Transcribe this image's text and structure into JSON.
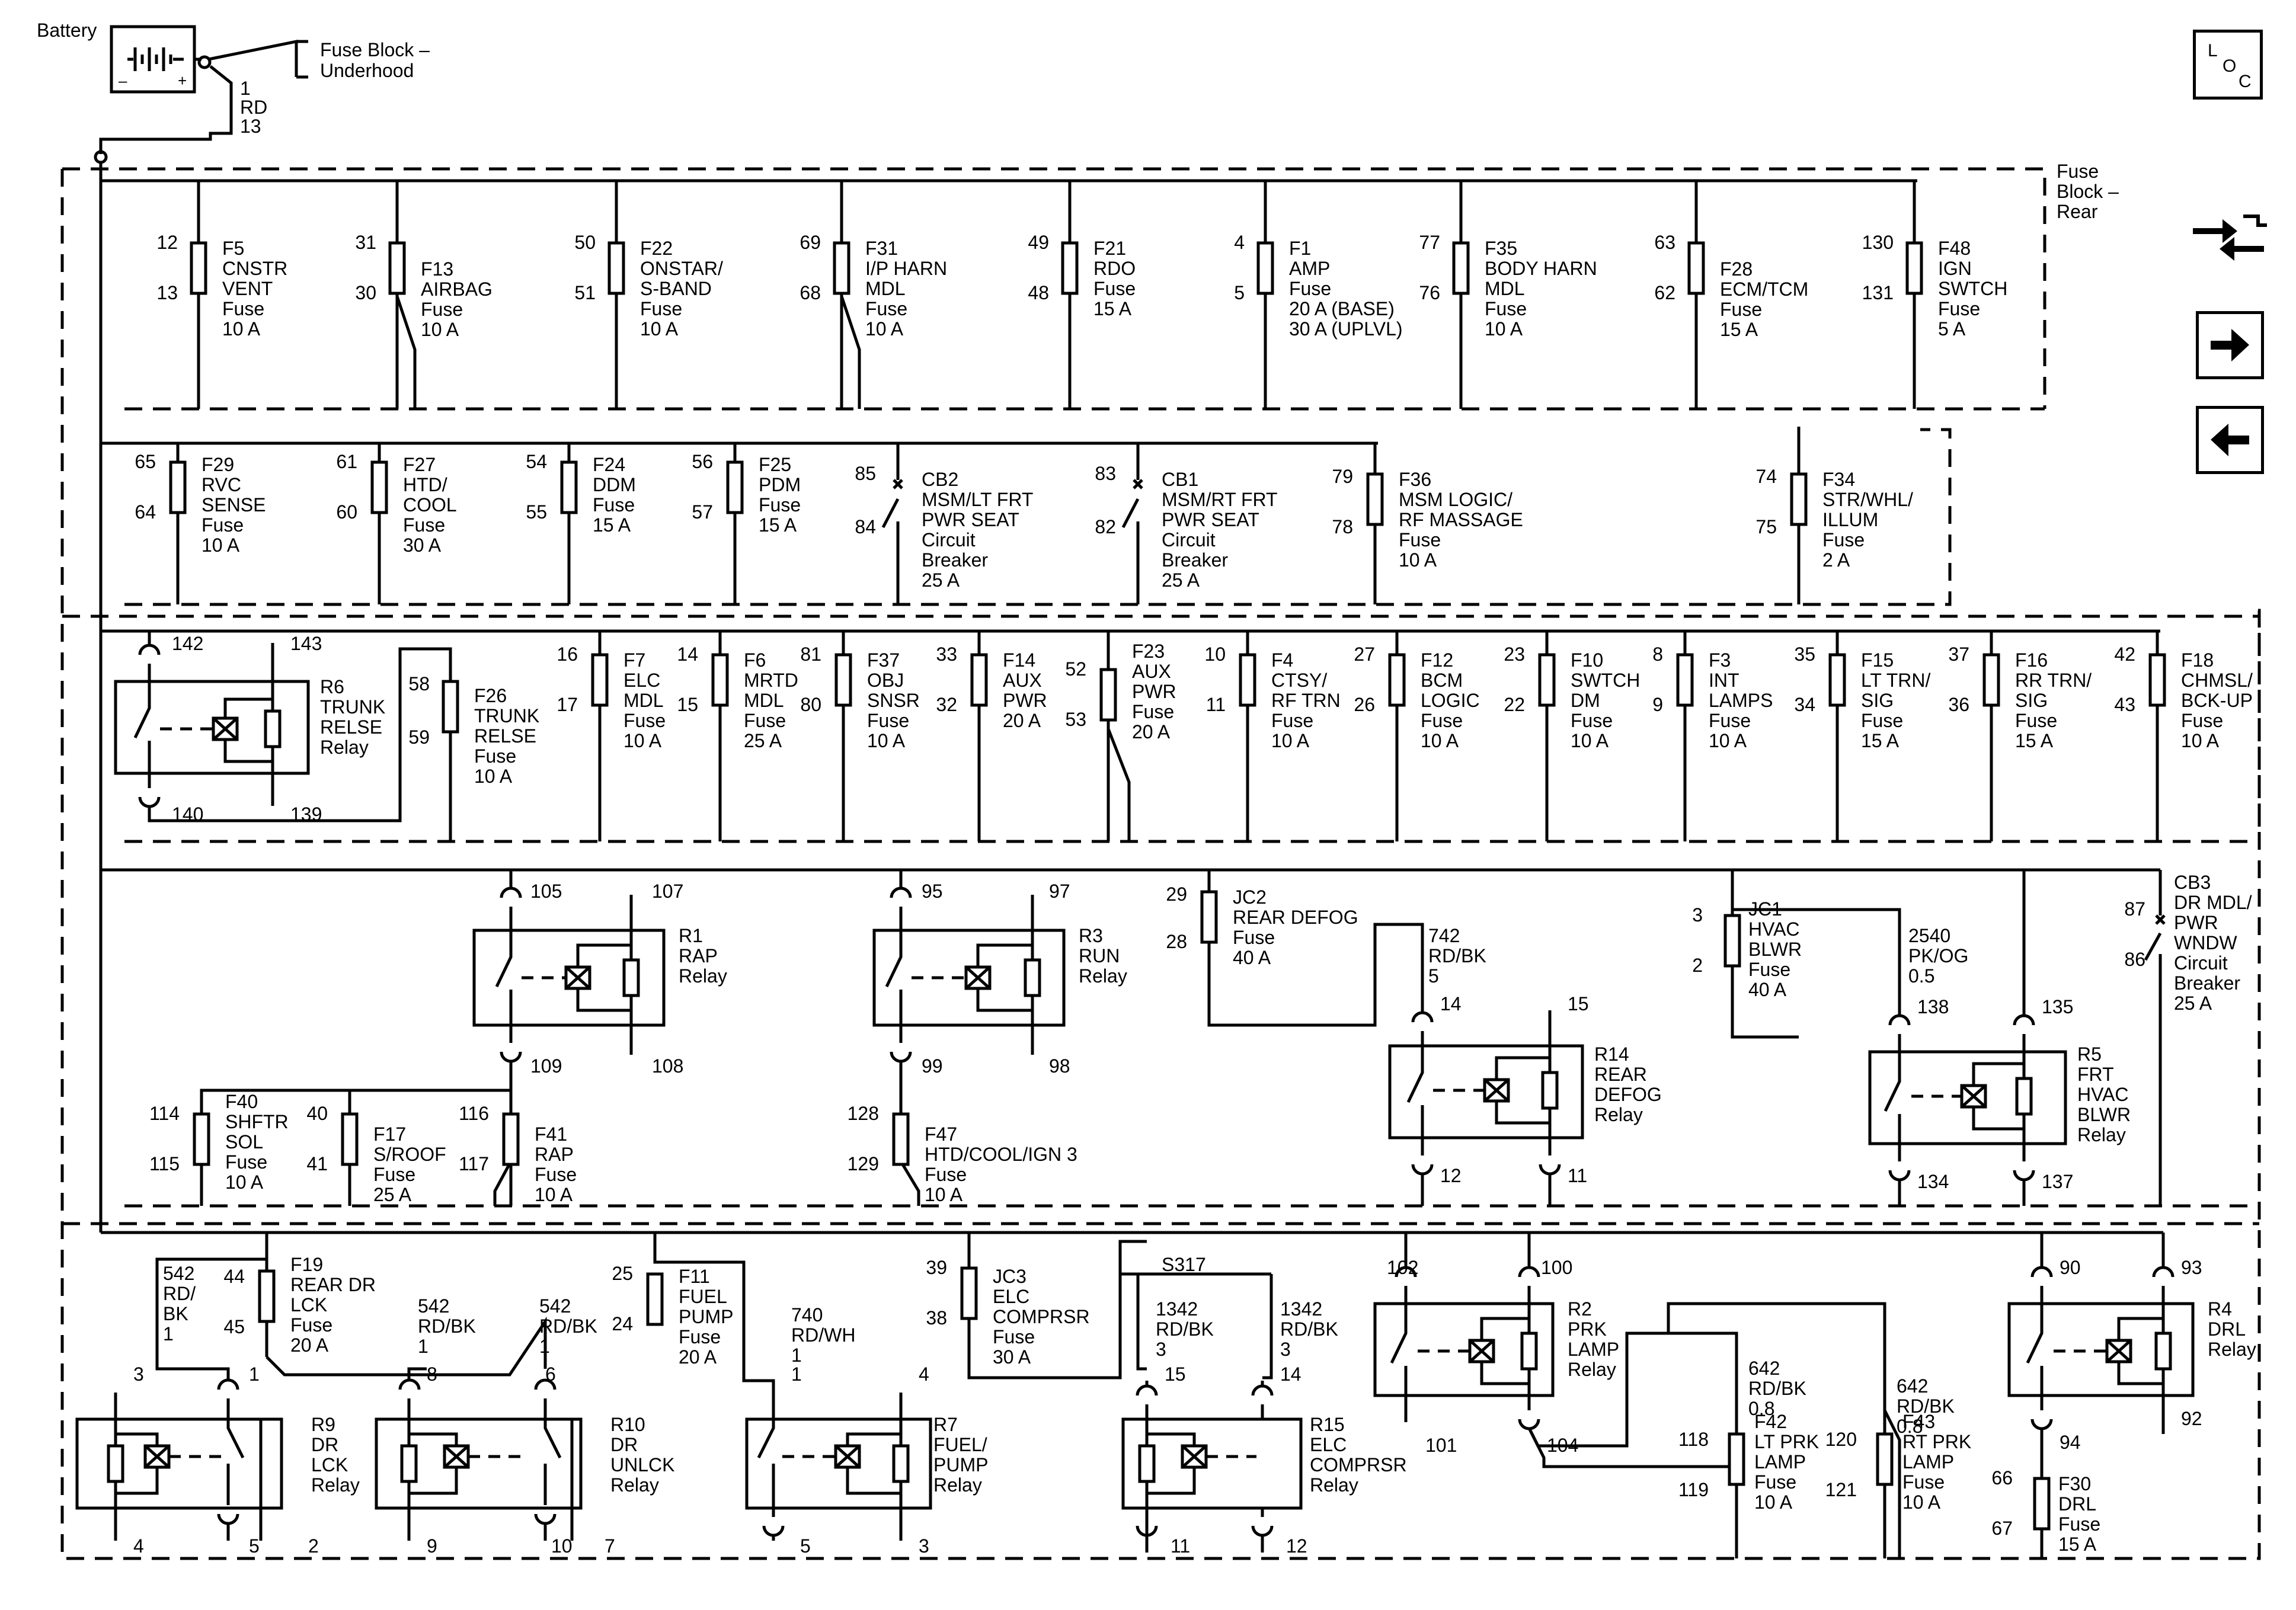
{
  "battery": {
    "label": "Battery",
    "minus": "–",
    "plus": "+"
  },
  "fuse_block_underhood": {
    "line1": "Fuse Block –",
    "line2": "Underhood"
  },
  "main_feed": {
    "cavity": "1",
    "color": "RD",
    "size": "13"
  },
  "fuse_block_rear": {
    "line1": "Fuse",
    "line2": "Block –",
    "line3": "Rear"
  },
  "loc_button": {
    "l": "L",
    "o": "O",
    "c": "C"
  },
  "fuses": [
    {
      "id": "f5",
      "lines": [
        "F5",
        "CNSTR",
        "VENT",
        "Fuse",
        "10 A"
      ],
      "in": "12",
      "out": "13"
    },
    {
      "id": "f13",
      "lines": [
        "F13",
        "AIRBAG",
        "Fuse",
        "10 A"
      ],
      "in": "31",
      "out": "30"
    },
    {
      "id": "f22",
      "lines": [
        "F22",
        "ONSTAR/",
        "S-BAND",
        "Fuse",
        "10 A"
      ],
      "in": "50",
      "out": "51"
    },
    {
      "id": "f31",
      "lines": [
        "F31",
        "I/P HARN",
        "MDL",
        "Fuse",
        "10 A"
      ],
      "in": "69",
      "out": "68"
    },
    {
      "id": "f21",
      "lines": [
        "F21",
        "RDO",
        "Fuse",
        "15 A"
      ],
      "in": "49",
      "out": "48"
    },
    {
      "id": "f1",
      "lines": [
        "F1",
        "AMP",
        "Fuse",
        "20 A (BASE)",
        "30 A (UPLVL)"
      ],
      "in": "4",
      "out": "5"
    },
    {
      "id": "f35",
      "lines": [
        "F35",
        "BODY HARN",
        "MDL",
        "Fuse",
        "10 A"
      ],
      "in": "77",
      "out": "76"
    },
    {
      "id": "f28",
      "lines": [
        "F28",
        "ECM/TCM",
        "Fuse",
        "15 A"
      ],
      "in": "63",
      "out": "62"
    },
    {
      "id": "f48",
      "lines": [
        "F48",
        "IGN",
        "SWTCH",
        "Fuse",
        "5 A"
      ],
      "in": "130",
      "out": "131"
    },
    {
      "id": "f29",
      "lines": [
        "F29",
        "RVC",
        "SENSE",
        "Fuse",
        "10 A"
      ],
      "in": "65",
      "out": "64"
    },
    {
      "id": "f27",
      "lines": [
        "F27",
        "HTD/",
        "COOL",
        "Fuse",
        "30 A"
      ],
      "in": "61",
      "out": "60"
    },
    {
      "id": "f24",
      "lines": [
        "F24",
        "DDM",
        "Fuse",
        "15 A"
      ],
      "in": "54",
      "out": "55"
    },
    {
      "id": "f25",
      "lines": [
        "F25",
        "PDM",
        "Fuse",
        "15 A"
      ],
      "in": "56",
      "out": "57"
    },
    {
      "id": "cb2",
      "lines": [
        "CB2",
        "MSM/LT FRT",
        "PWR SEAT",
        "Circuit",
        "Breaker",
        "25 A"
      ],
      "in": "85",
      "out": "84"
    },
    {
      "id": "cb1",
      "lines": [
        "CB1",
        "MSM/RT FRT",
        "PWR SEAT",
        "Circuit",
        "Breaker",
        "25 A"
      ],
      "in": "83",
      "out": "82"
    },
    {
      "id": "f36",
      "lines": [
        "F36",
        "MSM LOGIC/",
        "RF MASSAGE",
        "Fuse",
        "10 A"
      ],
      "in": "79",
      "out": "78"
    },
    {
      "id": "f34",
      "lines": [
        "F34",
        "STR/WHL/",
        "ILLUM",
        "Fuse",
        "2 A"
      ],
      "in": "74",
      "out": "75"
    },
    {
      "id": "f26",
      "lines": [
        "F26",
        "TRUNK",
        "RELSE",
        "Fuse",
        "10 A"
      ],
      "in": "58",
      "out": "59"
    },
    {
      "id": "f7",
      "lines": [
        "F7",
        "ELC",
        "MDL",
        "Fuse",
        "10 A"
      ],
      "in": "16",
      "out": "17"
    },
    {
      "id": "f6",
      "lines": [
        "F6",
        "MRTD",
        "MDL",
        "Fuse",
        "25 A"
      ],
      "in": "14",
      "out": "15"
    },
    {
      "id": "f37",
      "lines": [
        "F37",
        "OBJ",
        "SNSR",
        "Fuse",
        "10 A"
      ],
      "in": "81",
      "out": "80"
    },
    {
      "id": "f14",
      "lines": [
        "F14",
        "AUX",
        "PWR",
        "20 A"
      ],
      "in": "33",
      "out": "32"
    },
    {
      "id": "f23",
      "lines": [
        "F23",
        "AUX",
        "PWR",
        "Fuse",
        "20 A"
      ],
      "in": "52",
      "out": "53"
    },
    {
      "id": "f4",
      "lines": [
        "F4",
        "CTSY/",
        "RF TRN",
        "Fuse",
        "10 A"
      ],
      "in": "10",
      "out": "11"
    },
    {
      "id": "f12",
      "lines": [
        "F12",
        "BCM",
        "LOGIC",
        "Fuse",
        "10 A"
      ],
      "in": "27",
      "out": "26"
    },
    {
      "id": "f10",
      "lines": [
        "F10",
        "SWTCH",
        "DM",
        "Fuse",
        "10 A"
      ],
      "in": "23",
      "out": "22"
    },
    {
      "id": "f3",
      "lines": [
        "F3",
        "INT",
        "LAMPS",
        "Fuse",
        "10 A"
      ],
      "in": "8",
      "out": "9"
    },
    {
      "id": "f15",
      "lines": [
        "F15",
        "LT TRN/",
        "SIG",
        "Fuse",
        "15 A"
      ],
      "in": "35",
      "out": "34"
    },
    {
      "id": "f16",
      "lines": [
        "F16",
        "RR TRN/",
        "SIG",
        "Fuse",
        "15 A"
      ],
      "in": "37",
      "out": "36"
    },
    {
      "id": "f18",
      "lines": [
        "F18",
        "CHMSL/",
        "BCK-UP",
        "Fuse",
        "10 A"
      ],
      "in": "42",
      "out": "43"
    },
    {
      "id": "jc2",
      "lines": [
        "JC2",
        "REAR DEFOG",
        "Fuse",
        "40 A"
      ],
      "in": "29",
      "out": "28"
    },
    {
      "id": "jc1",
      "lines": [
        "JC1",
        "HVAC",
        "BLWR",
        "Fuse",
        "40 A"
      ],
      "in": "3",
      "out": "2"
    },
    {
      "id": "cb3",
      "lines": [
        "CB3",
        "DR MDL/",
        "PWR",
        "WNDW",
        "Circuit",
        "Breaker",
        "25 A"
      ],
      "in": "87",
      "out": "86"
    },
    {
      "id": "f40",
      "lines": [
        "F40",
        "SHFTR",
        "SOL",
        "Fuse",
        "10 A"
      ],
      "in": "114",
      "out": "115"
    },
    {
      "id": "f17",
      "lines": [
        "F17",
        "S/ROOF",
        "Fuse",
        "25 A"
      ],
      "in": "40",
      "out": "41"
    },
    {
      "id": "f41",
      "lines": [
        "F41",
        "RAP",
        "Fuse",
        "10 A"
      ],
      "in": "116",
      "out": "117"
    },
    {
      "id": "f47",
      "lines": [
        "F47",
        "HTD/COOL/IGN 3",
        "Fuse",
        "10 A"
      ],
      "in": "128",
      "out": "129"
    },
    {
      "id": "f19",
      "lines": [
        "F19",
        "REAR DR",
        "LCK",
        "Fuse",
        "20 A"
      ],
      "in": "44",
      "out": "45"
    },
    {
      "id": "f11",
      "lines": [
        "F11",
        "FUEL",
        "PUMP",
        "Fuse",
        "20 A"
      ],
      "in": "25",
      "out": "24"
    },
    {
      "id": "jc3",
      "lines": [
        "JC3",
        "ELC",
        "COMPRSR",
        "Fuse",
        "30 A"
      ],
      "in": "39",
      "out": "38"
    },
    {
      "id": "f42",
      "lines": [
        "F42",
        "LT PRK",
        "LAMP",
        "Fuse",
        "10 A"
      ],
      "in": "118",
      "out": "119"
    },
    {
      "id": "f43",
      "lines": [
        "F43",
        "RT PRK",
        "LAMP",
        "Fuse",
        "10 A"
      ],
      "in": "120",
      "out": "121"
    },
    {
      "id": "f30",
      "lines": [
        "F30",
        "DRL",
        "Fuse",
        "15 A"
      ],
      "in": "66",
      "out": "67"
    }
  ],
  "relays": [
    {
      "id": "r6",
      "lines": [
        "R6",
        "TRUNK",
        "RELSE",
        "Relay"
      ],
      "pins": {
        "a": "142",
        "b": "143",
        "c": "140",
        "d": "139"
      }
    },
    {
      "id": "r1",
      "lines": [
        "R1",
        "RAP",
        "Relay"
      ],
      "pins": {
        "a": "105",
        "b": "107",
        "c": "109",
        "d": "108"
      }
    },
    {
      "id": "r3",
      "lines": [
        "R3",
        "RUN",
        "Relay"
      ],
      "pins": {
        "a": "95",
        "b": "97",
        "c": "99",
        "d": "98"
      }
    },
    {
      "id": "r14",
      "lines": [
        "R14",
        "REAR",
        "DEFOG",
        "Relay"
      ],
      "pins": {
        "a": "14",
        "b": "15",
        "c": "12",
        "d": "11"
      }
    },
    {
      "id": "r5",
      "lines": [
        "R5",
        "FRT",
        "HVAC",
        "BLWR",
        "Relay"
      ],
      "pins": {
        "a": "138",
        "b": "135",
        "c": "134",
        "d": "137"
      }
    },
    {
      "id": "r2",
      "lines": [
        "R2",
        "PRK",
        "LAMP",
        "Relay"
      ],
      "pins": {
        "a": "102",
        "b": "100",
        "c": "101",
        "d": "104"
      }
    },
    {
      "id": "r4",
      "lines": [
        "R4",
        "DRL",
        "Relay"
      ],
      "pins": {
        "a": "90",
        "b": "93",
        "c": "94",
        "d": "92"
      }
    },
    {
      "id": "r9",
      "lines": [
        "R9",
        "DR",
        "LCK",
        "Relay"
      ],
      "pins": {
        "a": "3",
        "b": "1",
        "c": "4",
        "d": "5",
        "e": "2"
      }
    },
    {
      "id": "r10",
      "lines": [
        "R10",
        "DR",
        "UNLCK",
        "Relay"
      ],
      "pins": {
        "a": "8",
        "b": "6",
        "c": "9",
        "d": "10",
        "e": "7"
      }
    },
    {
      "id": "r7",
      "lines": [
        "R7",
        "FUEL/",
        "PUMP",
        "Relay"
      ],
      "pins": {
        "a": "1",
        "b": "4",
        "c": "5",
        "d": "3"
      }
    },
    {
      "id": "r15",
      "lines": [
        "R15",
        "ELC",
        "COMPRSR",
        "Relay"
      ],
      "pins": {
        "a": "15",
        "b": "14",
        "c": "11",
        "d": "12"
      }
    }
  ],
  "wires": [
    {
      "id": "w742",
      "lines": [
        "742",
        "RD/BK",
        "5"
      ]
    },
    {
      "id": "w2540",
      "lines": [
        "2540",
        "PK/OG",
        "0.5"
      ]
    },
    {
      "id": "w542a",
      "lines": [
        "542",
        "RD/",
        "BK",
        "1"
      ]
    },
    {
      "id": "w542b",
      "lines": [
        "542",
        "RD/BK",
        "1"
      ]
    },
    {
      "id": "w542c",
      "lines": [
        "542",
        "RD/BK",
        "1"
      ]
    },
    {
      "id": "w740",
      "lines": [
        "740",
        "RD/WH",
        "1"
      ]
    },
    {
      "id": "w1342a",
      "lines": [
        "1342",
        "RD/BK",
        "3"
      ]
    },
    {
      "id": "w1342b",
      "lines": [
        "1342",
        "RD/BK",
        "3"
      ]
    },
    {
      "id": "w642a",
      "lines": [
        "642",
        "RD/BK",
        "0.8"
      ]
    },
    {
      "id": "w642b",
      "lines": [
        "642",
        "RD/BK",
        "0.8"
      ]
    }
  ],
  "splice": {
    "label": "S317"
  }
}
